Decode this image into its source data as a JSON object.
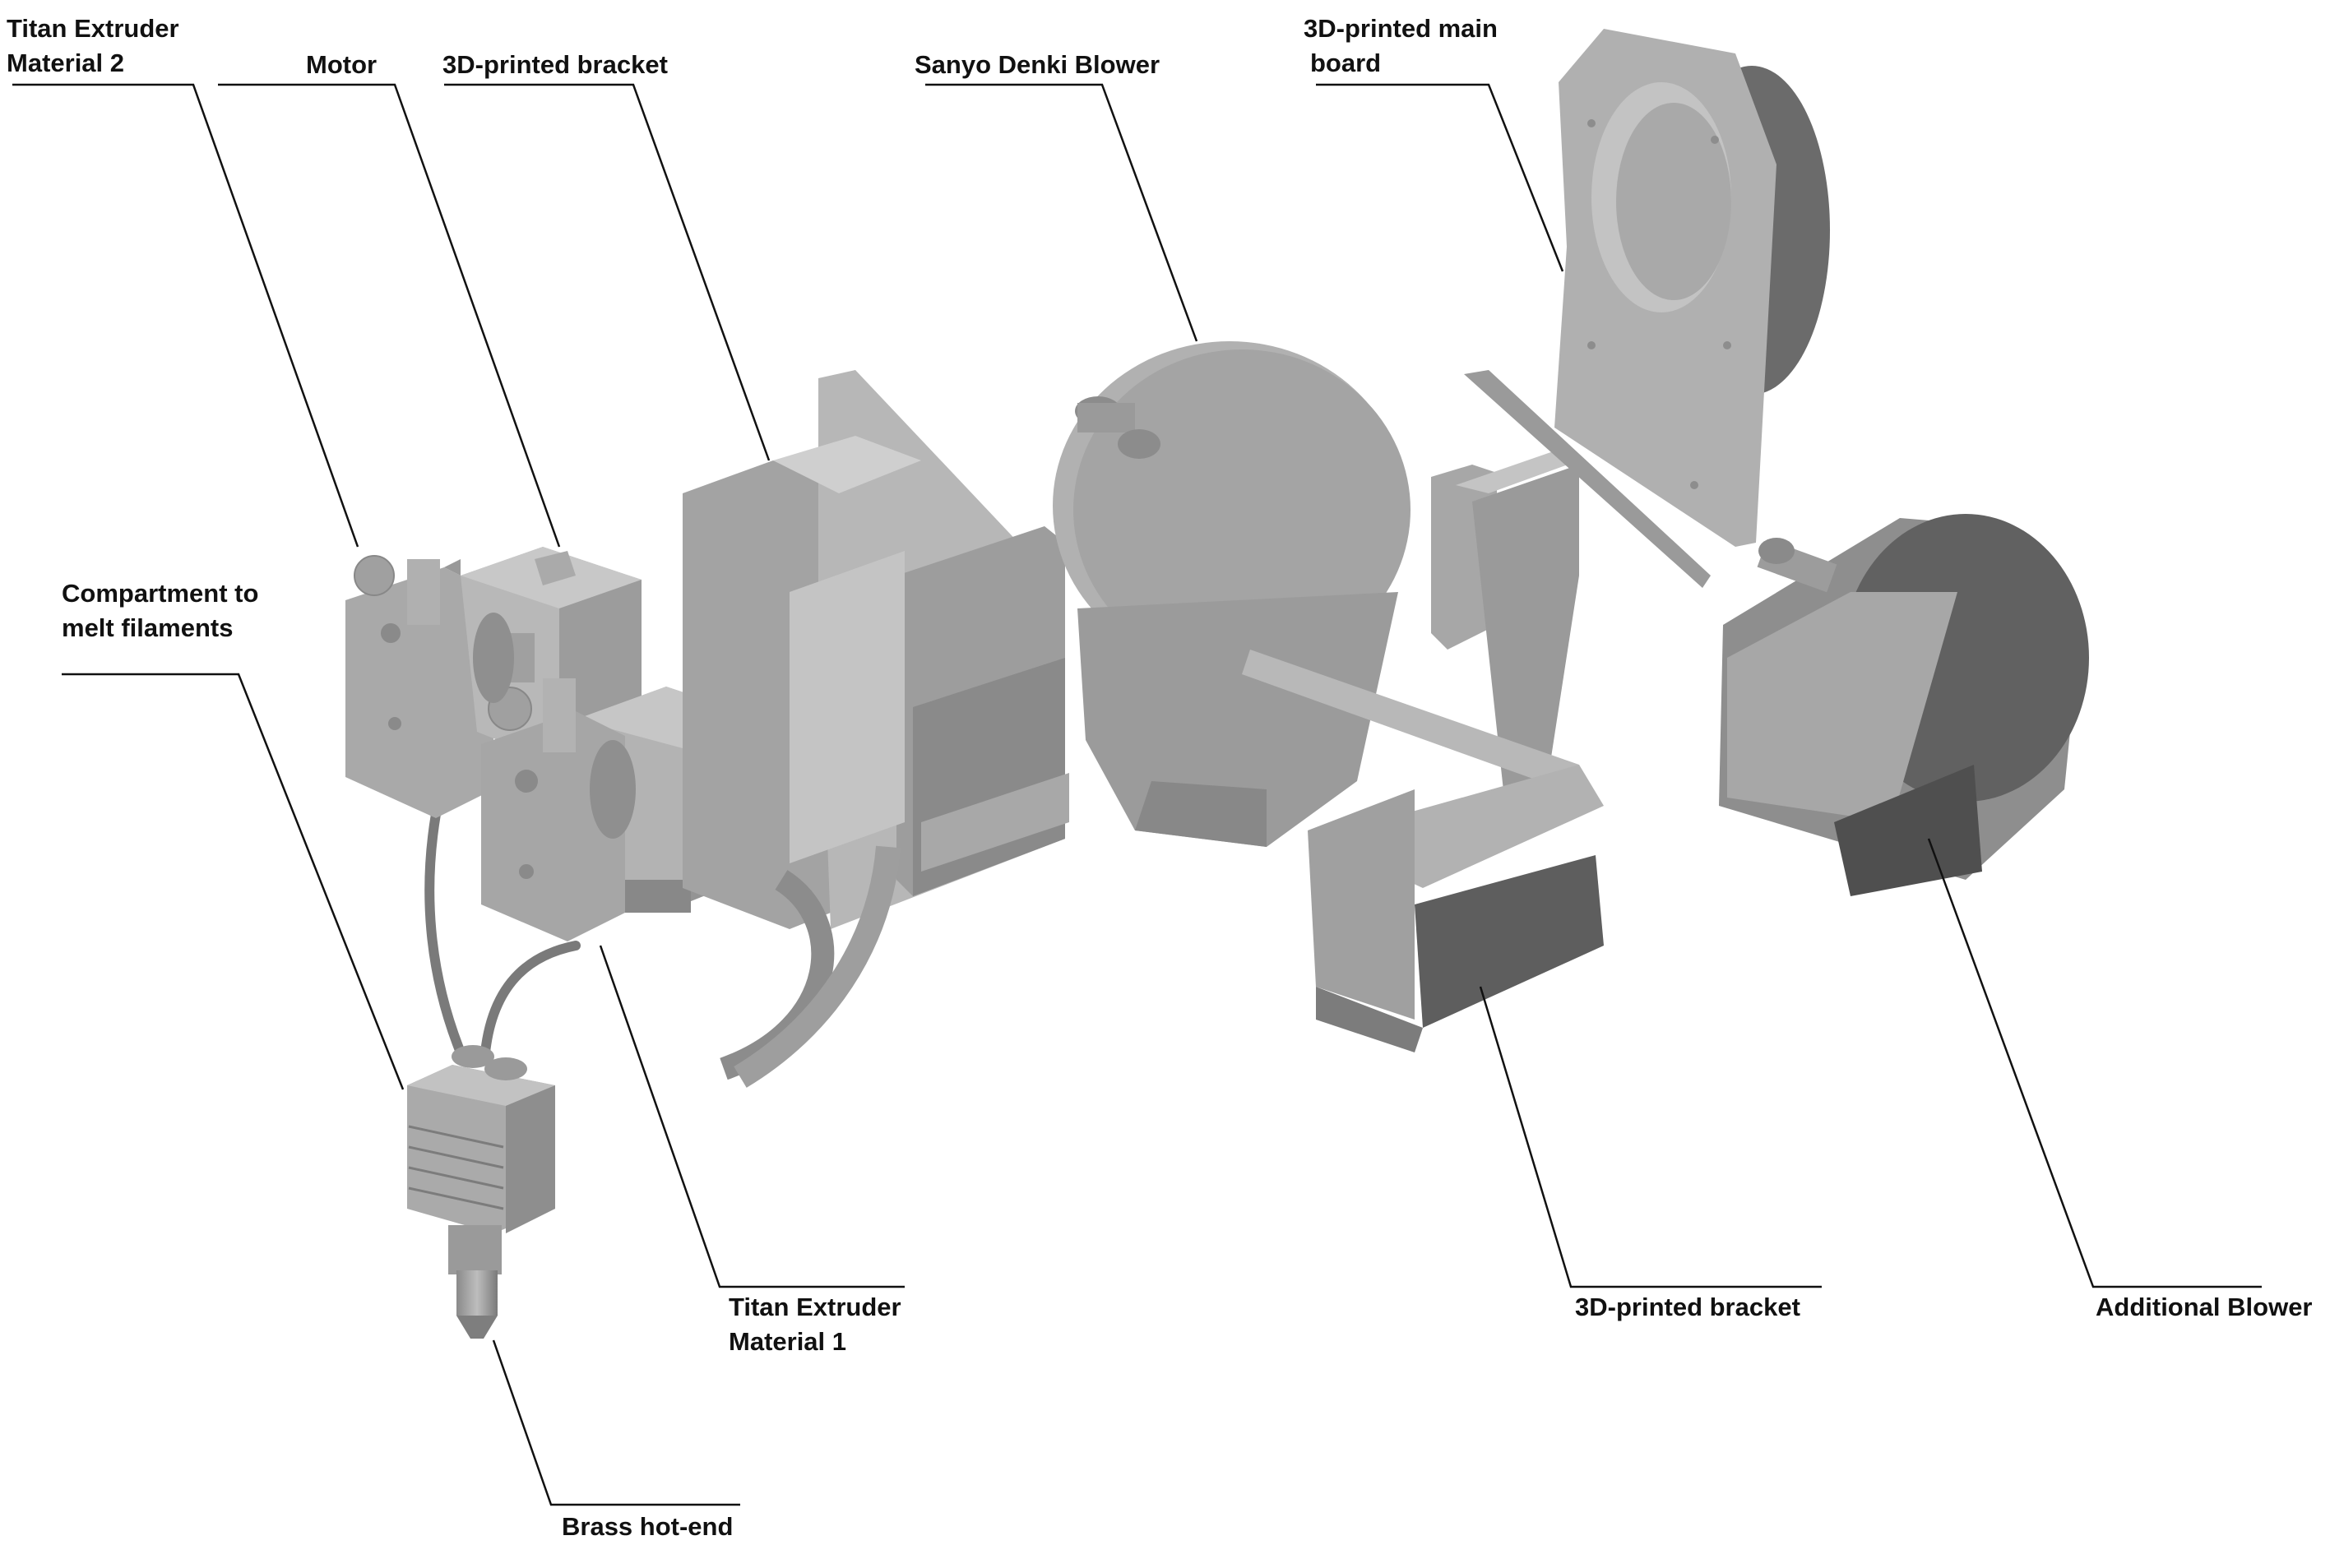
{
  "labels": {
    "titan_extruder_2": [
      "Titan Extruder",
      "Material 2"
    ],
    "motor": [
      "Motor"
    ],
    "bracket_top": [
      "3D-printed bracket"
    ],
    "sanyo_blower": [
      "Sanyo Denki Blower"
    ],
    "main_board": [
      "3D-printed main",
      "board"
    ],
    "compartment": [
      "Compartment to",
      "melt filaments"
    ],
    "titan_extruder_1": [
      "Titan Extruder",
      "Material 1"
    ],
    "bracket_bottom": [
      "3D-printed bracket"
    ],
    "additional_blower": [
      "Additional Blower"
    ],
    "brass_hotend": [
      "Brass hot-end"
    ]
  },
  "colors": {
    "part_light": "#b4b4b4",
    "part_mid": "#9a9a9a",
    "part_dark": "#6e6e6e",
    "part_darkest": "#555555",
    "leader_line": "#111111"
  }
}
